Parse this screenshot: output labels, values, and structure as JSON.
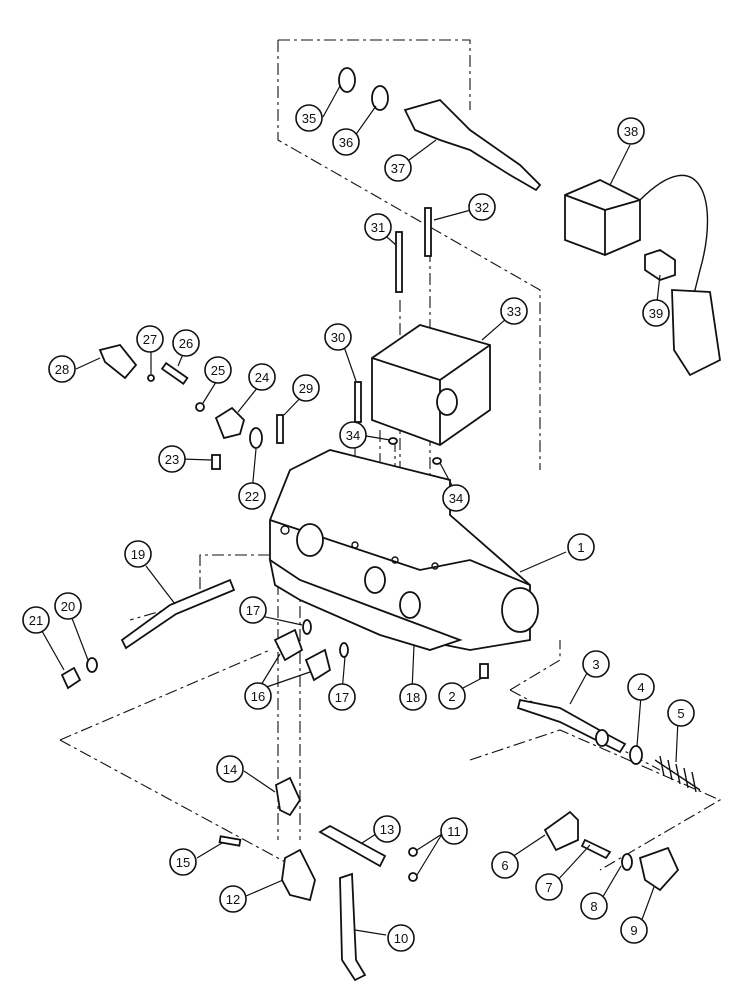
{
  "callouts": [
    "1",
    "2",
    "3",
    "4",
    "5",
    "6",
    "7",
    "8",
    "9",
    "10",
    "11",
    "12",
    "13",
    "14",
    "15",
    "16",
    "17",
    "17",
    "18",
    "19",
    "20",
    "21",
    "22",
    "23",
    "24",
    "25",
    "26",
    "27",
    "28",
    "29",
    "30",
    "31",
    "32",
    "33",
    "34",
    "34",
    "35",
    "36",
    "37",
    "38",
    "39"
  ]
}
